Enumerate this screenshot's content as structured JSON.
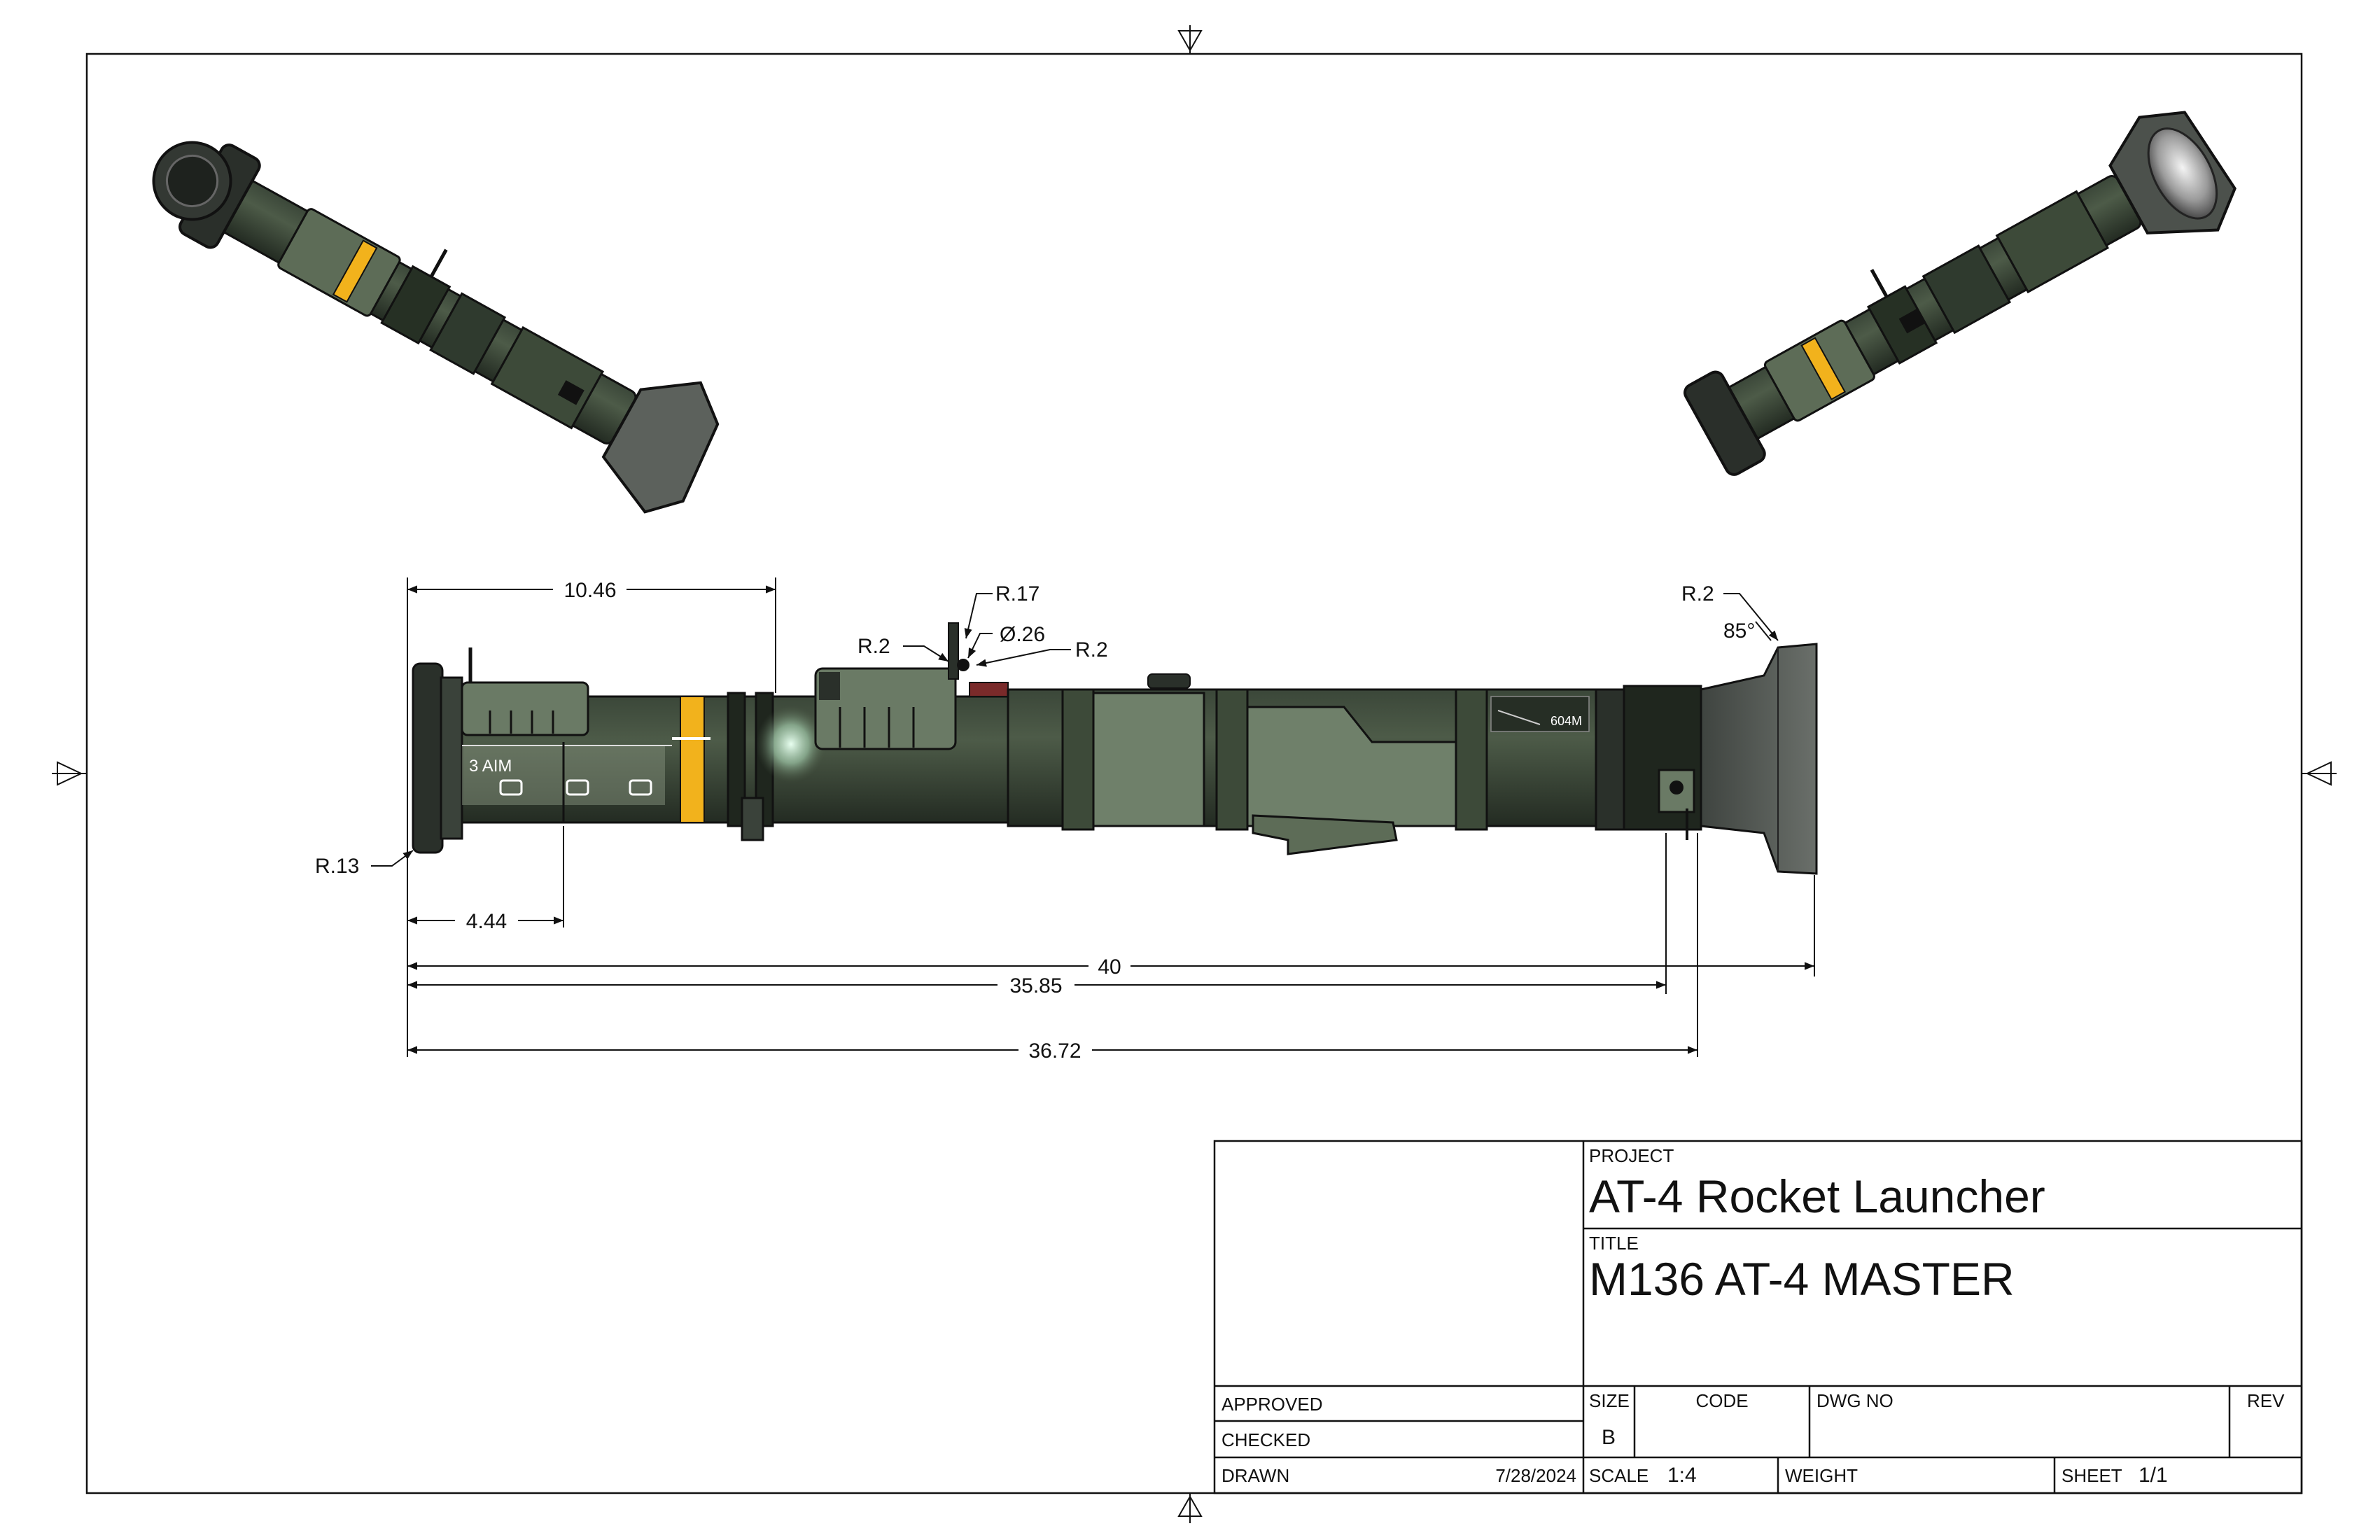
{
  "title_block": {
    "project_label": "PROJECT",
    "project_value": "AT-4 Rocket Launcher",
    "title_label": "TITLE",
    "title_value": "M136 AT-4 MASTER",
    "approved_label": "APPROVED",
    "checked_label": "CHECKED",
    "drawn_label": "DRAWN",
    "drawn_date": "7/28/2024",
    "size_label": "SIZE",
    "size_value": "B",
    "code_label": "CODE",
    "dwg_no_label": "DWG NO",
    "rev_label": "REV",
    "scale_label": "SCALE",
    "scale_value": "1:4",
    "weight_label": "WEIGHT",
    "sheet_label": "SHEET",
    "sheet_value": "1/1"
  },
  "dimensions": {
    "d_10_46": "10.46",
    "r_17": "R.17",
    "dia_26": "Ø.26",
    "r_2_sight_left": "R.2",
    "r_2_sight_right": "R.2",
    "r_2_muzzle": "R.2",
    "angle_85": "85°",
    "r_13": "R.13",
    "d_4_44": "4.44",
    "d_40": "40",
    "d_35_85": "35.85",
    "d_36_72": "36.72"
  },
  "decals": {
    "aim_label": "3 AIM",
    "serial": "604M"
  },
  "colors": {
    "body_dark": "#2f3a2e",
    "body_mid": "#4e5d48",
    "body_light": "#6f806a",
    "stripe": "#f2b21c",
    "venturi": "#555a55",
    "line": "#111111"
  }
}
